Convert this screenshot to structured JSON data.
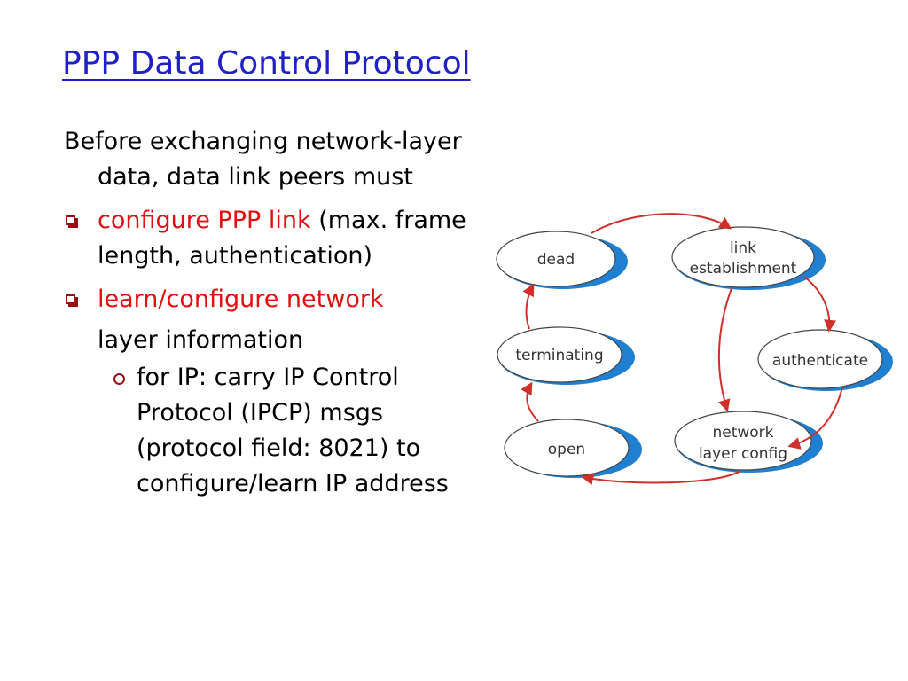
{
  "slide": {
    "title": "PPP Data Control Protocol",
    "intro": "Before exchanging network-layer data, data link peers must",
    "bullet1_highlight": "configure PPP link",
    "bullet1_rest": " (max. frame length, authentication)",
    "bullet2_highlight": "learn/configure network",
    "bullet2_continuation": "layer information",
    "subbullet": "for IP: carry IP Control Protocol (IPCP) msgs (protocol field: 8021) to configure/learn IP address"
  },
  "diagram": {
    "states": {
      "dead": "dead",
      "link_line1": "link",
      "link_line2": "establishment",
      "authenticate": "authenticate",
      "terminating": "terminating",
      "network_line1": "network",
      "network_line2": "layer  config",
      "open": "open"
    }
  },
  "colors": {
    "title": "#1f21c7",
    "highlight": "#e01010",
    "bullet_marker": "#9a1010",
    "arrow": "#d0302a",
    "node_shadow": "#1f7fd0"
  }
}
